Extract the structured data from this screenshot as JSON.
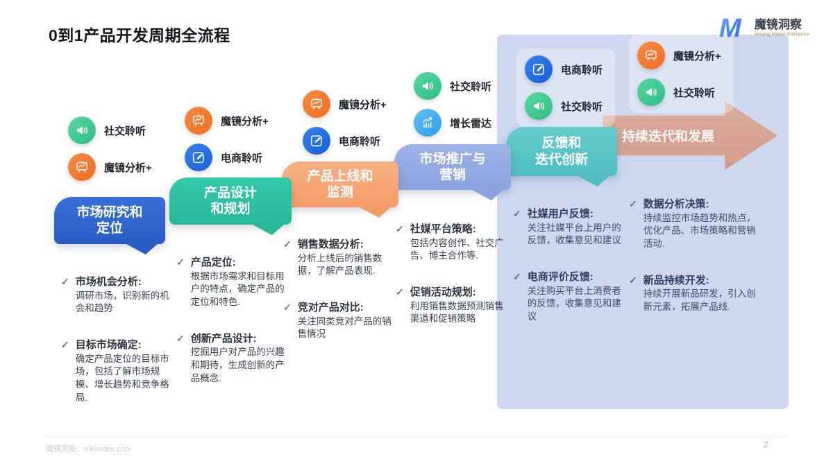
{
  "title": "0到1产品开发周期全流程",
  "brand": {
    "monogram": "M",
    "name": "魔镜洞察",
    "tagline": "Moojing Market Intelligence"
  },
  "ui": {
    "check_glyph": "✓"
  },
  "colors": {
    "panel": "#cdd7ee",
    "stage1": "#2a5cc5",
    "stage2": "#27b89a",
    "stage3": "#f49c66",
    "stage4": "#8aa2de",
    "stage5": "#4fbec2",
    "stage6_arrow": "#d8a494",
    "tool_green": "#3fc68e",
    "tool_orange": "#f0752e",
    "tool_blue": "#1c68de",
    "tool_lightblue": "#3fa9ec"
  },
  "stages": [
    {
      "label_lines": [
        "市场研究和",
        "定位"
      ],
      "tools": [
        {
          "label": "社交聆听",
          "icon": "speaker-icon"
        },
        {
          "label": "魔镜分析+",
          "icon": "presentation-board-icon"
        }
      ],
      "items": [
        {
          "title": "市场机会分析:",
          "body": "调研市场，识别新的机会和趋势"
        },
        {
          "title": "目标市场确定:",
          "body": "确定产品定位的目标市场，包括了解市场规模、增长趋势和竞争格局."
        }
      ]
    },
    {
      "label_lines": [
        "产品设计",
        "和规划"
      ],
      "tools": [
        {
          "label": "魔镜分析+",
          "icon": "presentation-board-icon"
        },
        {
          "label": "电商聆听",
          "icon": "pencil-icon"
        }
      ],
      "items": [
        {
          "title": "产品定位:",
          "body": "根据市场需求和目标用户的特点，确定产品的定位和特色."
        },
        {
          "title": "创新产品设计:",
          "body": "挖掘用户对产品的兴趣和期待，生成创新的产品概念."
        }
      ]
    },
    {
      "label_lines": [
        "产品上线和",
        "监测"
      ],
      "tools": [
        {
          "label": "魔镜分析+",
          "icon": "presentation-board-icon"
        },
        {
          "label": "电商聆听",
          "icon": "pencil-icon"
        }
      ],
      "items": [
        {
          "title": "销售数据分析:",
          "body": "分析上线后的销售数据，了解产品表现."
        },
        {
          "title": "竞对产品对比:",
          "body": "关注同类竞对产品的销售情况"
        }
      ]
    },
    {
      "label_lines": [
        "市场推广与",
        "营销"
      ],
      "tools": [
        {
          "label": "社交聆听",
          "icon": "speaker-icon"
        },
        {
          "label": "增长雷达",
          "icon": "growth-chart-icon"
        }
      ],
      "items": [
        {
          "title": "社媒平台策略:",
          "body": "包括内容创作、社交广告、博主合作等."
        },
        {
          "title": "促销活动规划:",
          "body": "利用销售数据预测销售渠道和促销策略"
        }
      ]
    },
    {
      "label_lines": [
        "反馈和",
        "迭代创新"
      ],
      "tools": [
        {
          "label": "电商聆听",
          "icon": "pencil-icon"
        },
        {
          "label": "社交聆听",
          "icon": "speaker-icon"
        }
      ],
      "items": [
        {
          "title": "社媒用户反馈:",
          "body": "关注社媒平台上用户的反馈，收集意见和建议"
        },
        {
          "title": "电商评价反馈:",
          "body": "关注购买平台上消费者的反馈，收集意见和建议"
        }
      ]
    },
    {
      "label_lines": [
        "持续迭代和发展"
      ],
      "tools": [
        {
          "label": "魔镜分析+",
          "icon": "presentation-board-icon"
        },
        {
          "label": "社交聆听",
          "icon": "speaker-icon"
        }
      ],
      "items": [
        {
          "title": "数据分析决策:",
          "body": "持续监控市场趋势和热点，优化产品、市场策略和营销活动."
        },
        {
          "title": "新品持续开发:",
          "body": "持续开展新品研发，引入创新元素，拓展产品线."
        }
      ]
    }
  ],
  "footer": {
    "source": "魔镜洞察：mktindex.com",
    "page": "2"
  }
}
